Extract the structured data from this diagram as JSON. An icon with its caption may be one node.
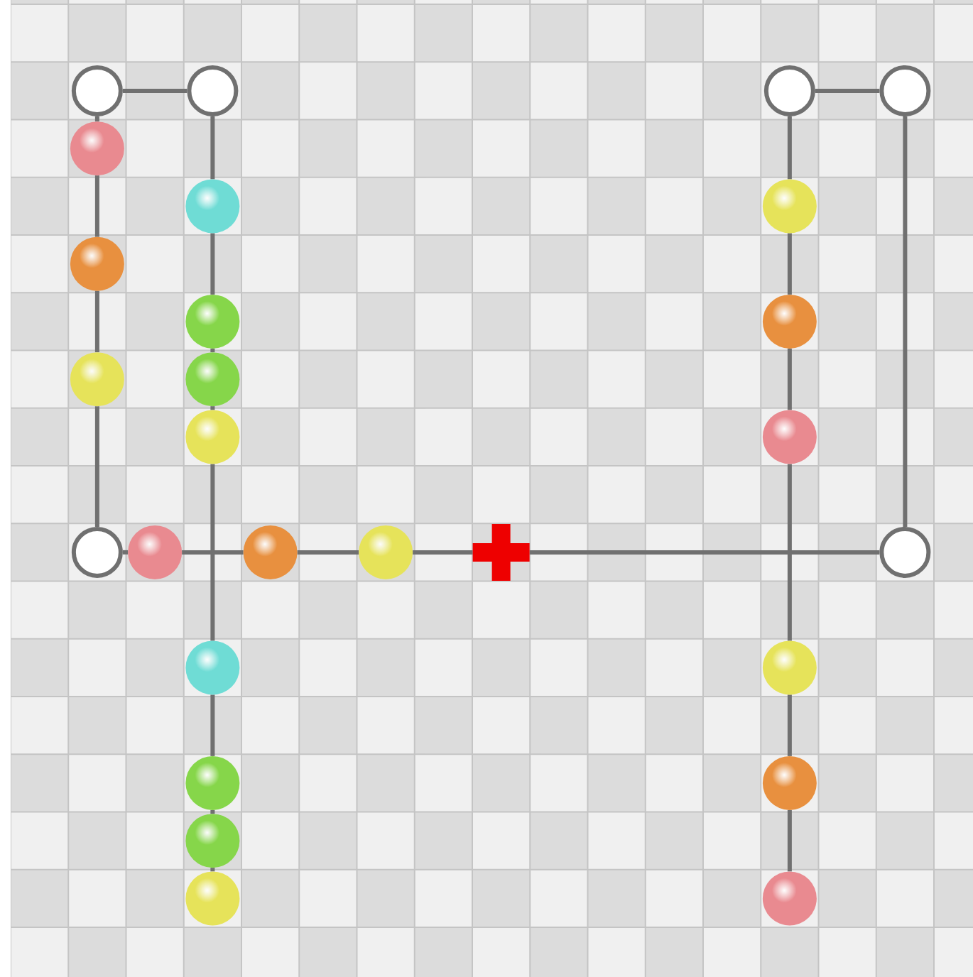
{
  "diagram": {
    "nodes": [
      {
        "text": [],
        "shape": "circle"
      },
      {
        "text": [],
        "shape": "circle"
      },
      {
        "text": [],
        "shape": "circle"
      },
      {
        "text": [],
        "shape": "circle"
      },
      {
        "text": [],
        "shape": "ball"
      },
      {
        "text": [],
        "shape": "ball"
      },
      {
        "text": [],
        "shape": "ball"
      },
      {
        "text": [],
        "shape": "ball"
      },
      {
        "text": [],
        "shape": "ball"
      },
      {
        "text": [],
        "shape": "ball"
      },
      {
        "text": [],
        "shape": "ball"
      },
      {
        "text": [],
        "shape": "ball"
      },
      {
        "text": [],
        "shape": "ball"
      },
      {
        "text": [],
        "shape": "ball"
      },
      {
        "text": [],
        "shape": "circle"
      },
      {
        "text": [],
        "shape": "ball"
      },
      {
        "text": [],
        "shape": "ball"
      },
      {
        "text": [],
        "shape": "ball"
      },
      {
        "text": [],
        "shape": "cross"
      },
      {
        "text": [],
        "shape": "circle"
      },
      {
        "text": [],
        "shape": "ball"
      },
      {
        "text": [],
        "shape": "ball"
      },
      {
        "text": [],
        "shape": "ball"
      },
      {
        "text": [],
        "shape": "ball"
      },
      {
        "text": [],
        "shape": "ball"
      },
      {
        "text": [],
        "shape": "ball"
      },
      {
        "text": [],
        "shape": "ball"
      }
    ],
    "edges": [
      {
        "from": 0,
        "to": 1,
        "arrow": "none"
      },
      {
        "from": 2,
        "to": 3,
        "arrow": "none"
      },
      {
        "from": 0,
        "to": 4,
        "arrow": "none"
      },
      {
        "from": 4,
        "to": 7,
        "arrow": "none"
      },
      {
        "from": 7,
        "to": 10,
        "arrow": "none"
      },
      {
        "from": 10,
        "to": 14,
        "arrow": "none"
      },
      {
        "from": 1,
        "to": 5,
        "arrow": "none"
      },
      {
        "from": 5,
        "to": 8,
        "arrow": "none"
      },
      {
        "from": 8,
        "to": 11,
        "arrow": "none"
      },
      {
        "from": 11,
        "to": 12,
        "arrow": "none"
      },
      {
        "from": 12,
        "to": 20,
        "arrow": "none"
      },
      {
        "from": 20,
        "to": 22,
        "arrow": "none"
      },
      {
        "from": 22,
        "to": 24,
        "arrow": "none"
      },
      {
        "from": 24,
        "to": 25,
        "arrow": "none"
      },
      {
        "from": 2,
        "to": 6,
        "arrow": "none"
      },
      {
        "from": 6,
        "to": 9,
        "arrow": "none"
      },
      {
        "from": 9,
        "to": 13,
        "arrow": "none"
      },
      {
        "from": 13,
        "to": 21,
        "arrow": "none"
      },
      {
        "from": 21,
        "to": 23,
        "arrow": "none"
      },
      {
        "from": 23,
        "to": 26,
        "arrow": "none"
      },
      {
        "from": 3,
        "to": 19,
        "arrow": "none"
      },
      {
        "from": 14,
        "to": 15,
        "arrow": "none"
      },
      {
        "from": 15,
        "to": 16,
        "arrow": "none"
      },
      {
        "from": 16,
        "to": 17,
        "arrow": "none"
      },
      {
        "from": 17,
        "to": 18,
        "arrow": "none"
      },
      {
        "from": 18,
        "to": 19,
        "arrow": "none"
      }
    ]
  }
}
